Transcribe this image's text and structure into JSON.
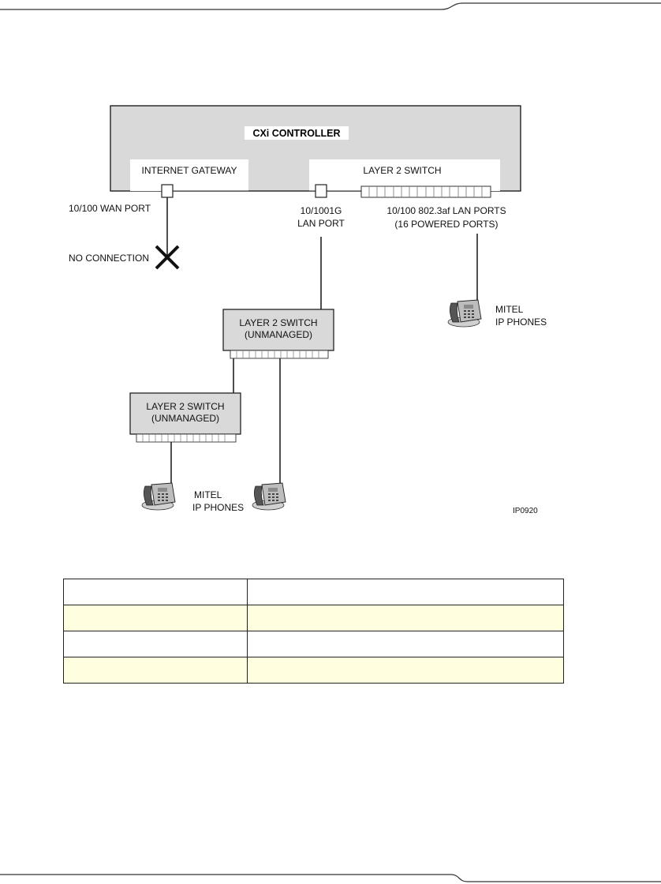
{
  "diagram": {
    "controller": {
      "title": "CXi CONTROLLER"
    },
    "internet_gateway": {
      "label": "INTERNET GATEWAY"
    },
    "internal_switch": {
      "label": "LAYER 2 SWITCH"
    },
    "wan_port": {
      "label": "10/100 WAN PORT"
    },
    "lan_port": {
      "label_line1": "10/1001G",
      "label_line2": "LAN PORT"
    },
    "lan_ports": {
      "label_line1": "10/100 802.3af LAN PORTS",
      "label_line2": "(16 POWERED PORTS)"
    },
    "no_connection": {
      "label": "NO CONNECTION"
    },
    "switch_a": {
      "label_line1": "LAYER 2 SWITCH",
      "label_line2": "(UNMANAGED)"
    },
    "switch_b": {
      "label_line1": "LAYER 2 SWITCH",
      "label_line2": "(UNMANAGED)"
    },
    "phones_right": {
      "label_line1": "MITEL",
      "label_line2": "IP PHONES"
    },
    "phones_bottom": {
      "label_line1": "MITEL",
      "label_line2": "IP PHONES"
    },
    "figure_id": "IP0920"
  },
  "table": {
    "rows": [
      {
        "col1": "",
        "col2": ""
      },
      {
        "col1": "",
        "col2": ""
      },
      {
        "col1": "",
        "col2": ""
      },
      {
        "col1": "",
        "col2": ""
      }
    ]
  }
}
